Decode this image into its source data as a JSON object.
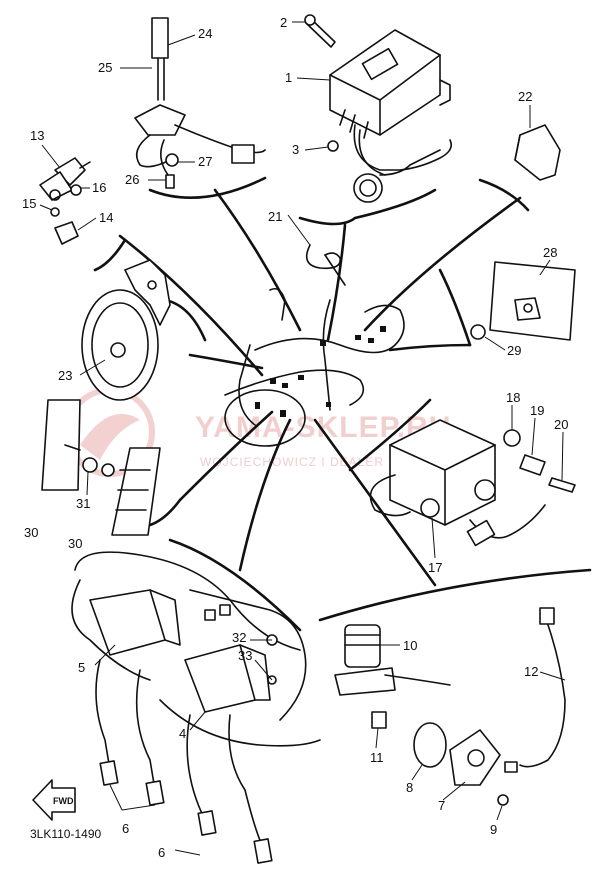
{
  "diagram": {
    "part_code": "3LK110-1490",
    "watermark": {
      "brand": "YAMA-SKLEP.RU",
      "subtext": "WOJCIECHOWICZ I DEALER YAMAHA"
    },
    "fwd_label": "FWD",
    "callouts": {
      "c1": "1",
      "c2": "2",
      "c3": "3",
      "c4": "4",
      "c5": "5",
      "c6a": "6",
      "c6b": "6",
      "c7": "7",
      "c8": "8",
      "c9": "9",
      "c10": "10",
      "c11": "11",
      "c12": "12",
      "c13": "13",
      "c14": "14",
      "c15": "15",
      "c16": "16",
      "c17": "17",
      "c18": "18",
      "c19": "19",
      "c20": "20",
      "c21": "21",
      "c22": "22",
      "c23": "23",
      "c24": "24",
      "c25": "25",
      "c26": "26",
      "c27": "27",
      "c28": "28",
      "c29": "29",
      "c30a": "30",
      "c30b": "30",
      "c31": "31",
      "c32": "32",
      "c33": "33"
    }
  }
}
